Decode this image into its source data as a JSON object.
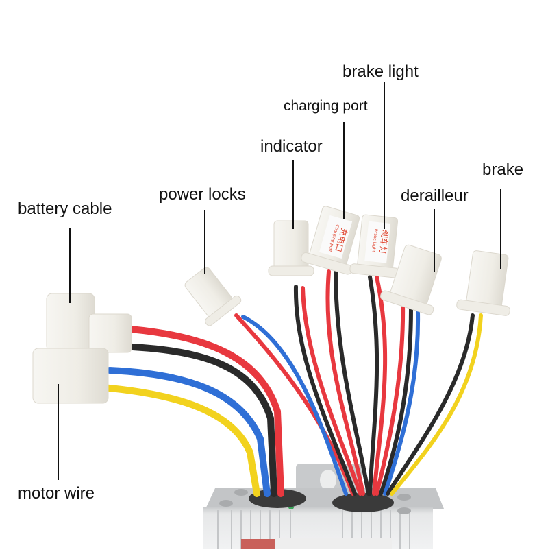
{
  "title": "E-bike controller wiring harness",
  "labels": {
    "battery_cable": "battery cable",
    "power_locks": "power locks",
    "indicator": "indicator",
    "charging_port": "charging port",
    "brake_light": "brake light",
    "derailleur": "derailleur",
    "brake": "brake",
    "motor_wire": "motor wire"
  },
  "connector_tags": {
    "charging_port_cn": "充电口",
    "charging_port_en": "Charging port",
    "brake_light_cn": "刹车灯",
    "brake_light_en": "Brake Light"
  },
  "colors": {
    "wire_red": "#e8383f",
    "wire_black": "#2a2a2a",
    "wire_blue": "#2f6fd6",
    "wire_yellow": "#f2d21e",
    "connector": "#f1efe9",
    "housing": "#d9dbdd",
    "grommet": "#3a3a3a",
    "tag_text": "#e0452f"
  }
}
